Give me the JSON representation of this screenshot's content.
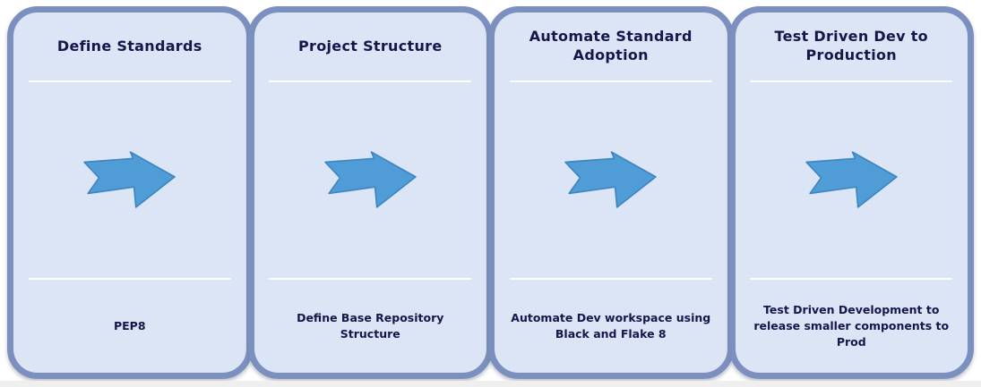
{
  "diagram": {
    "type": "process-flow",
    "step_count": 4
  },
  "colors": {
    "page_bg": "#ffffff",
    "strip_color": "#efefef",
    "card_fill": "#dbe5f6",
    "card_border": "#7b90be",
    "text_color": "#16164a",
    "divider_color": "#fdfeff",
    "arrow_fill": "#4f9cd7",
    "arrow_stroke": "#3e86c2"
  },
  "icons": {
    "step_arrow": "right-arrow-icon"
  },
  "cards": [
    {
      "title": "Define Standards",
      "description": "PEP8"
    },
    {
      "title": "Project Structure",
      "description": "Define Base Repository Structure"
    },
    {
      "title": "Automate Standard Adoption",
      "description": "Automate Dev workspace using Black and Flake 8"
    },
    {
      "title": "Test Driven Dev to Production",
      "description": "Test Driven Development to release smaller components to Prod"
    }
  ]
}
